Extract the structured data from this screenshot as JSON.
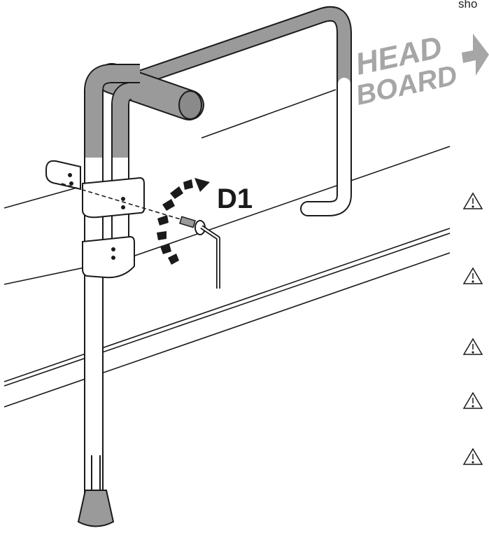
{
  "top_text_fragment": "sho",
  "headboard": {
    "line1": "HEAD",
    "line2": "BOARD",
    "color": "#a6a6a6"
  },
  "step_label": "D1",
  "warning_icons": [
    "warning-icon",
    "warning-icon",
    "warning-icon",
    "warning-icon",
    "warning-icon"
  ],
  "colors": {
    "tube_grey": "#9a9a9a",
    "line": "#1a1a1a",
    "background": "#ffffff"
  }
}
